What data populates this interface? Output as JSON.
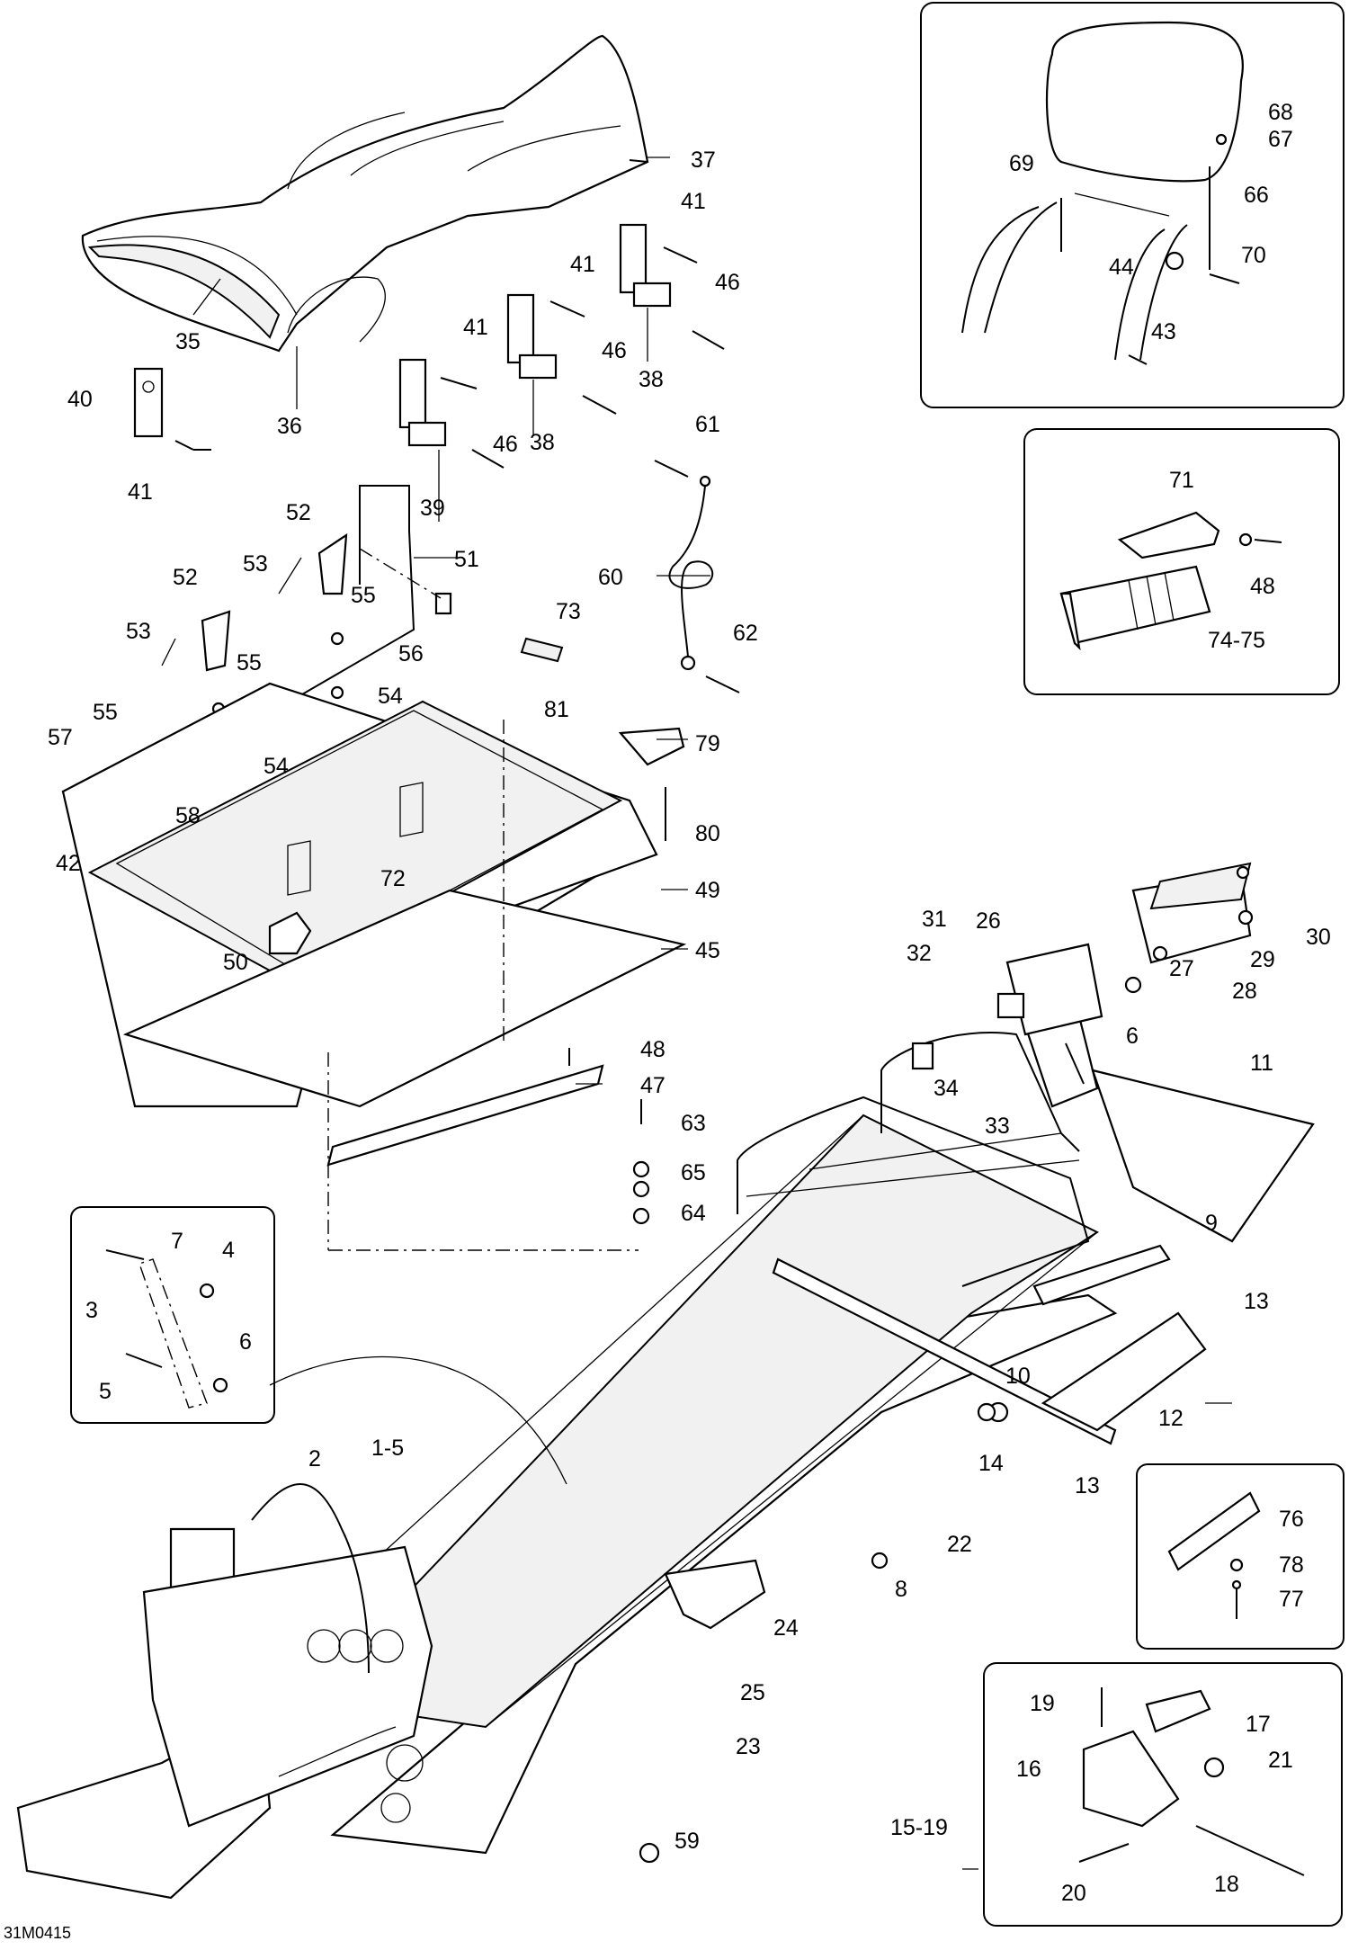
{
  "drawing_code": "31M0415",
  "callouts": [
    {
      "id": "c37",
      "text": "37"
    },
    {
      "id": "c35",
      "text": "35"
    },
    {
      "id": "c36",
      "text": "36"
    },
    {
      "id": "c40",
      "text": "40"
    },
    {
      "id": "c41a",
      "text": "41"
    },
    {
      "id": "c41b",
      "text": "41"
    },
    {
      "id": "c41c",
      "text": "41"
    },
    {
      "id": "c41d",
      "text": "41"
    },
    {
      "id": "c46a",
      "text": "46"
    },
    {
      "id": "c46b",
      "text": "46"
    },
    {
      "id": "c46c",
      "text": "46"
    },
    {
      "id": "c38a",
      "text": "38"
    },
    {
      "id": "c38b",
      "text": "38"
    },
    {
      "id": "c39",
      "text": "39"
    },
    {
      "id": "c61",
      "text": "61"
    },
    {
      "id": "c60",
      "text": "60"
    },
    {
      "id": "c62",
      "text": "62"
    },
    {
      "id": "c52a",
      "text": "52"
    },
    {
      "id": "c52b",
      "text": "52"
    },
    {
      "id": "c53a",
      "text": "53"
    },
    {
      "id": "c53b",
      "text": "53"
    },
    {
      "id": "c51",
      "text": "51"
    },
    {
      "id": "c55a",
      "text": "55"
    },
    {
      "id": "c55b",
      "text": "55"
    },
    {
      "id": "c55c",
      "text": "55"
    },
    {
      "id": "c56",
      "text": "56"
    },
    {
      "id": "c73",
      "text": "73"
    },
    {
      "id": "c54a",
      "text": "54"
    },
    {
      "id": "c54b",
      "text": "54"
    },
    {
      "id": "c81",
      "text": "81"
    },
    {
      "id": "c57",
      "text": "57"
    },
    {
      "id": "c58",
      "text": "58"
    },
    {
      "id": "c79",
      "text": "79"
    },
    {
      "id": "c80",
      "text": "80"
    },
    {
      "id": "c42",
      "text": "42"
    },
    {
      "id": "c72",
      "text": "72"
    },
    {
      "id": "c49",
      "text": "49"
    },
    {
      "id": "c50",
      "text": "50"
    },
    {
      "id": "c45",
      "text": "45"
    },
    {
      "id": "c48a",
      "text": "48"
    },
    {
      "id": "c47",
      "text": "47"
    },
    {
      "id": "c63",
      "text": "63"
    },
    {
      "id": "c65",
      "text": "65"
    },
    {
      "id": "c64",
      "text": "64"
    },
    {
      "id": "c31",
      "text": "31"
    },
    {
      "id": "c32",
      "text": "32"
    },
    {
      "id": "c26",
      "text": "26"
    },
    {
      "id": "c30",
      "text": "30"
    },
    {
      "id": "c29",
      "text": "29"
    },
    {
      "id": "c27",
      "text": "27"
    },
    {
      "id": "c28",
      "text": "28"
    },
    {
      "id": "c6a",
      "text": "6"
    },
    {
      "id": "c34",
      "text": "34"
    },
    {
      "id": "c33",
      "text": "33"
    },
    {
      "id": "c11",
      "text": "11"
    },
    {
      "id": "c9",
      "text": "9"
    },
    {
      "id": "c13a",
      "text": "13"
    },
    {
      "id": "c10",
      "text": "10"
    },
    {
      "id": "c12",
      "text": "12"
    },
    {
      "id": "c14",
      "text": "14"
    },
    {
      "id": "c13b",
      "text": "13"
    },
    {
      "id": "c2",
      "text": "2"
    },
    {
      "id": "c1-5",
      "text": "1-5"
    },
    {
      "id": "c22",
      "text": "22"
    },
    {
      "id": "c8",
      "text": "8"
    },
    {
      "id": "c24",
      "text": "24"
    },
    {
      "id": "c25",
      "text": "25"
    },
    {
      "id": "c23",
      "text": "23"
    },
    {
      "id": "c59",
      "text": "59"
    },
    {
      "id": "c15-19",
      "text": "15-19"
    },
    {
      "id": "c7",
      "text": "7"
    },
    {
      "id": "c4",
      "text": "4"
    },
    {
      "id": "c3",
      "text": "3"
    },
    {
      "id": "c6b",
      "text": "6"
    },
    {
      "id": "c5",
      "text": "5"
    },
    {
      "id": "c68",
      "text": "68"
    },
    {
      "id": "c67",
      "text": "67"
    },
    {
      "id": "c69",
      "text": "69"
    },
    {
      "id": "c66",
      "text": "66"
    },
    {
      "id": "c70",
      "text": "70"
    },
    {
      "id": "c44",
      "text": "44"
    },
    {
      "id": "c43",
      "text": "43"
    },
    {
      "id": "c71",
      "text": "71"
    },
    {
      "id": "c48b",
      "text": "48"
    },
    {
      "id": "c74-75",
      "text": "74-75"
    },
    {
      "id": "c76",
      "text": "76"
    },
    {
      "id": "c78",
      "text": "78"
    },
    {
      "id": "c77",
      "text": "77"
    },
    {
      "id": "c19",
      "text": "19"
    },
    {
      "id": "c17",
      "text": "17"
    },
    {
      "id": "c16",
      "text": "16"
    },
    {
      "id": "c21",
      "text": "21"
    },
    {
      "id": "c20",
      "text": "20"
    },
    {
      "id": "c18",
      "text": "18"
    }
  ]
}
